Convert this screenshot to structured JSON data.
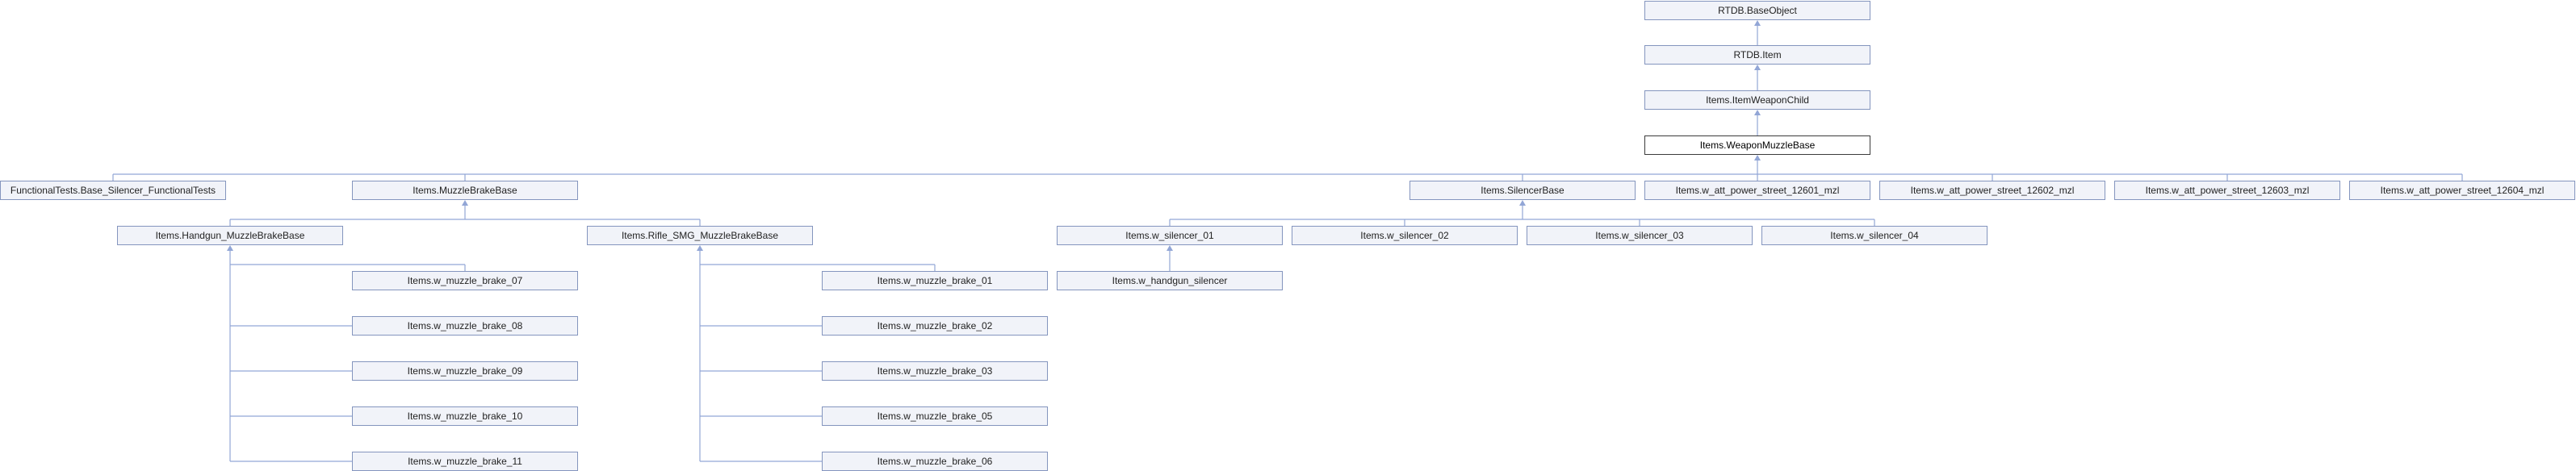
{
  "nodes": {
    "rtdb_baseobject": "RTDB.BaseObject",
    "rtdb_item": "RTDB.Item",
    "itemweaponchild": "Items.ItemWeaponChild",
    "weaponmuzzlebase": "Items.WeaponMuzzleBase",
    "functionaltests": "FunctionalTests.Base_Silencer_FunctionalTests",
    "muzzlebrakebase": "Items.MuzzleBrakeBase",
    "silencerbase": "Items.SilencerBase",
    "street_12601": "Items.w_att_power_street_12601_mzl",
    "street_12602": "Items.w_att_power_street_12602_mzl",
    "street_12603": "Items.w_att_power_street_12603_mzl",
    "street_12604": "Items.w_att_power_street_12604_mzl",
    "handgun_mbb": "Items.Handgun_MuzzleBrakeBase",
    "rifle_smg_mbb": "Items.Rifle_SMG_MuzzleBrakeBase",
    "silencer_01": "Items.w_silencer_01",
    "silencer_02": "Items.w_silencer_02",
    "silencer_03": "Items.w_silencer_03",
    "silencer_04": "Items.w_silencer_04",
    "muzzle_brake_07": "Items.w_muzzle_brake_07",
    "muzzle_brake_08": "Items.w_muzzle_brake_08",
    "muzzle_brake_09": "Items.w_muzzle_brake_09",
    "muzzle_brake_10": "Items.w_muzzle_brake_10",
    "muzzle_brake_11": "Items.w_muzzle_brake_11",
    "muzzle_brake_01": "Items.w_muzzle_brake_01",
    "muzzle_brake_02": "Items.w_muzzle_brake_02",
    "muzzle_brake_03": "Items.w_muzzle_brake_03",
    "muzzle_brake_05": "Items.w_muzzle_brake_05",
    "muzzle_brake_06": "Items.w_muzzle_brake_06",
    "handgun_silencer": "Items.w_handgun_silencer"
  },
  "current_node": "weaponmuzzlebase",
  "edges": [
    {
      "from": "rtdb_item",
      "to": "rtdb_baseobject"
    },
    {
      "from": "itemweaponchild",
      "to": "rtdb_item"
    },
    {
      "from": "weaponmuzzlebase",
      "to": "itemweaponchild"
    },
    {
      "from": "functionaltests",
      "to": "weaponmuzzlebase"
    },
    {
      "from": "muzzlebrakebase",
      "to": "weaponmuzzlebase"
    },
    {
      "from": "silencerbase",
      "to": "weaponmuzzlebase"
    },
    {
      "from": "street_12601",
      "to": "weaponmuzzlebase"
    },
    {
      "from": "street_12602",
      "to": "weaponmuzzlebase"
    },
    {
      "from": "street_12603",
      "to": "weaponmuzzlebase"
    },
    {
      "from": "street_12604",
      "to": "weaponmuzzlebase"
    },
    {
      "from": "handgun_mbb",
      "to": "muzzlebrakebase"
    },
    {
      "from": "rifle_smg_mbb",
      "to": "muzzlebrakebase"
    },
    {
      "from": "silencer_01",
      "to": "silencerbase"
    },
    {
      "from": "silencer_02",
      "to": "silencerbase"
    },
    {
      "from": "silencer_03",
      "to": "silencerbase"
    },
    {
      "from": "silencer_04",
      "to": "silencerbase"
    },
    {
      "from": "muzzle_brake_07",
      "to": "handgun_mbb"
    },
    {
      "from": "muzzle_brake_08",
      "to": "handgun_mbb"
    },
    {
      "from": "muzzle_brake_09",
      "to": "handgun_mbb"
    },
    {
      "from": "muzzle_brake_10",
      "to": "handgun_mbb"
    },
    {
      "from": "muzzle_brake_11",
      "to": "handgun_mbb"
    },
    {
      "from": "muzzle_brake_01",
      "to": "rifle_smg_mbb"
    },
    {
      "from": "muzzle_brake_02",
      "to": "rifle_smg_mbb"
    },
    {
      "from": "muzzle_brake_03",
      "to": "rifle_smg_mbb"
    },
    {
      "from": "muzzle_brake_05",
      "to": "rifle_smg_mbb"
    },
    {
      "from": "muzzle_brake_06",
      "to": "rifle_smg_mbb"
    },
    {
      "from": "handgun_silencer",
      "to": "silencer_01"
    }
  ]
}
